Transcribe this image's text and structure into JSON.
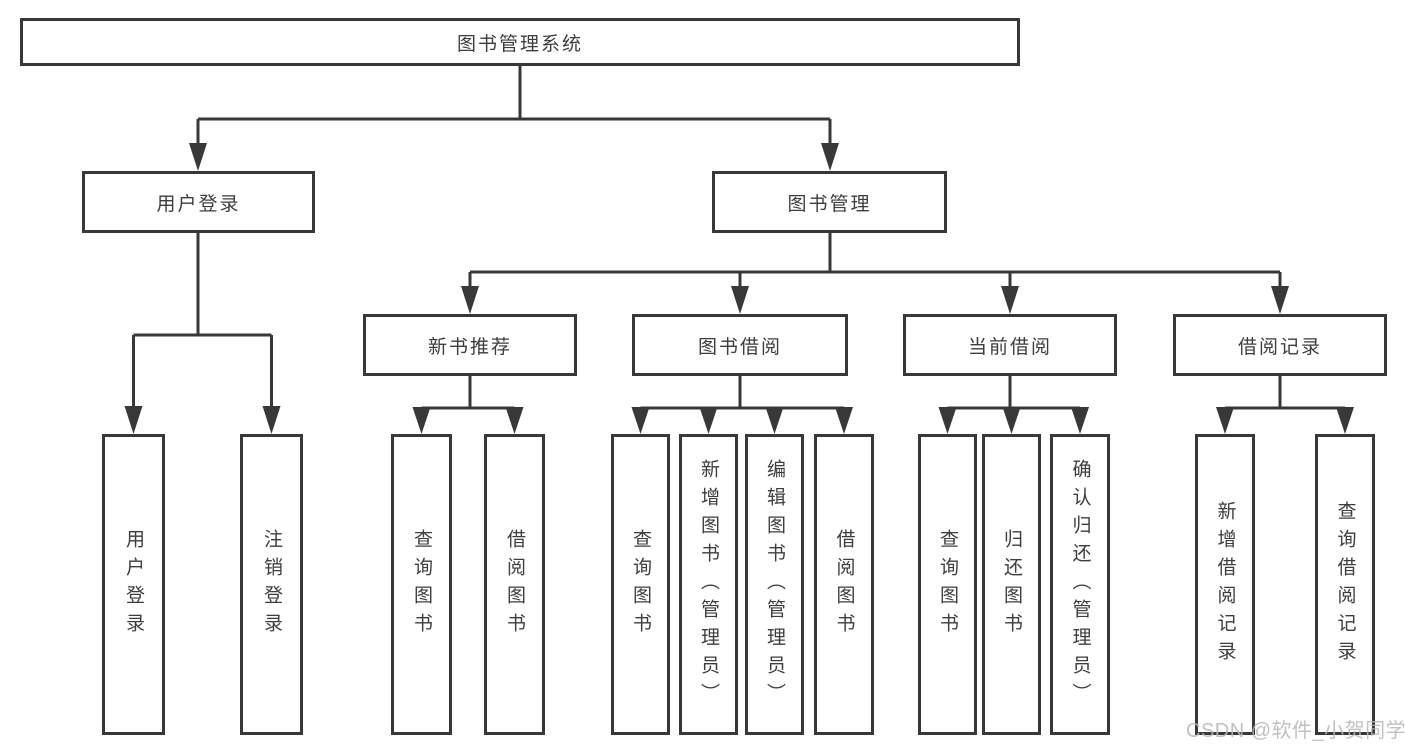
{
  "diagram": {
    "root": {
      "label": "图书管理系统"
    },
    "children": [
      {
        "label": "用户登录",
        "leaves": [
          {
            "label": "用户登录"
          },
          {
            "label": "注销登录"
          }
        ]
      },
      {
        "label": "图书管理",
        "children": [
          {
            "label": "新书推荐",
            "leaves": [
              {
                "label": "查询图书"
              },
              {
                "label": "借阅图书"
              }
            ]
          },
          {
            "label": "图书借阅",
            "leaves": [
              {
                "label": "查询图书"
              },
              {
                "label": "新增图书（管理员）"
              },
              {
                "label": "编辑图书（管理员）"
              },
              {
                "label": "借阅图书"
              }
            ]
          },
          {
            "label": "当前借阅",
            "leaves": [
              {
                "label": "查询图书"
              },
              {
                "label": "归还图书"
              },
              {
                "label": "确认归还（管理员）"
              }
            ]
          },
          {
            "label": "借阅记录",
            "leaves": [
              {
                "label": "新增借阅记录"
              },
              {
                "label": "查询借阅记录"
              }
            ]
          }
        ]
      }
    ]
  },
  "watermark": "CSDN @软件_小贺同学",
  "colors": {
    "line": "#383838",
    "text": "#3d3d3d",
    "background": "#ffffff",
    "watermark": "#b9b9b9"
  }
}
